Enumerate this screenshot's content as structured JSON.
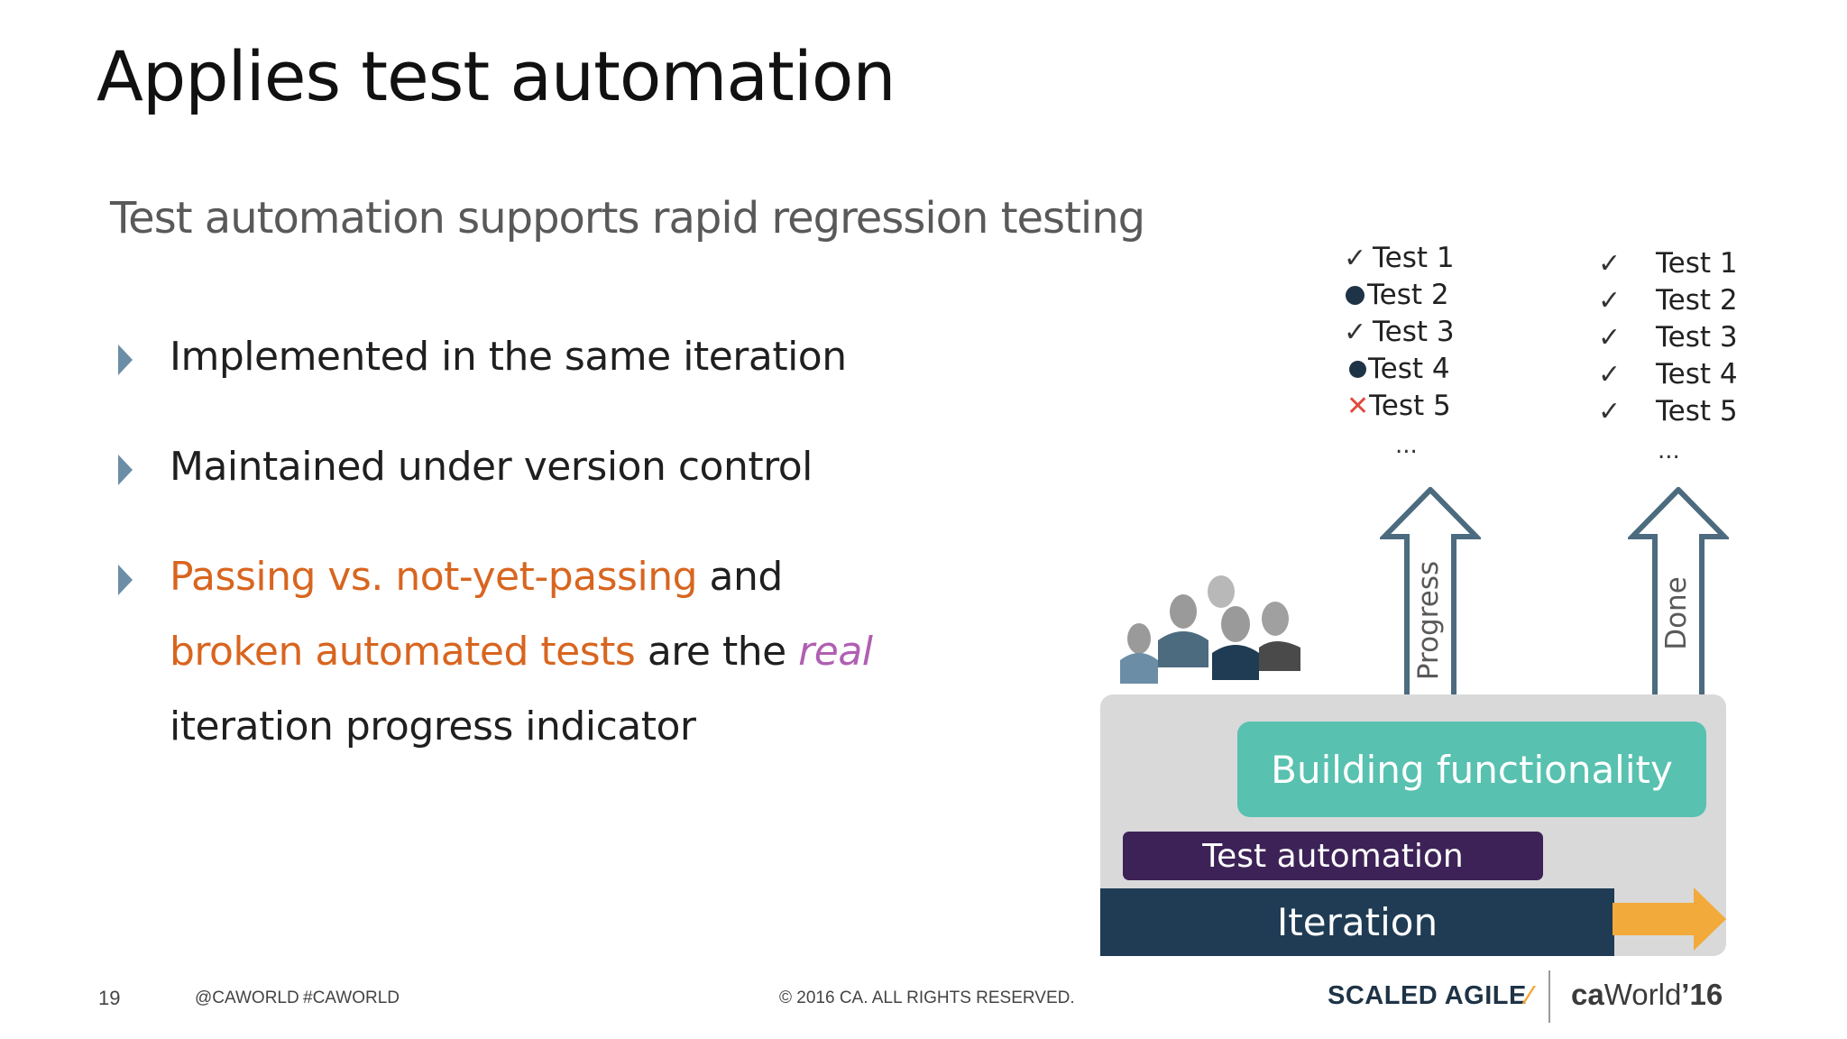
{
  "slide": {
    "title": "Applies test automation",
    "subtitle": "Test automation supports rapid regression testing",
    "bullets": [
      {
        "text": "Implemented in the same iteration"
      },
      {
        "text": "Maintained under version control"
      },
      {
        "part1": "Passing vs. not-yet-passing",
        "part2": " and",
        "part3": "broken automated tests",
        "part4": " are the ",
        "part5": "real",
        "part6": "iteration progress indicator"
      }
    ]
  },
  "diagram": {
    "progress_tests": [
      {
        "label": "Test 1",
        "status": "pass"
      },
      {
        "label": "Test 2",
        "status": "pending"
      },
      {
        "label": "Test 3",
        "status": "pass"
      },
      {
        "label": "Test 4",
        "status": "pending"
      },
      {
        "label": "Test 5",
        "status": "fail"
      }
    ],
    "done_tests": [
      {
        "label": "Test 1",
        "status": "pass"
      },
      {
        "label": "Test 2",
        "status": "pass"
      },
      {
        "label": "Test 3",
        "status": "pass"
      },
      {
        "label": "Test 4",
        "status": "pass"
      },
      {
        "label": "Test 5",
        "status": "pass"
      }
    ],
    "ellipsis": "...",
    "arrow_progress_label": "Progress",
    "arrow_done_label": "Done",
    "building_label": "Building functionality",
    "test_automation_label": "Test automation",
    "iteration_label": "Iteration"
  },
  "footer": {
    "page_number": "19",
    "social": "@CAWORLD",
    "hashtag": "#CAWORLD",
    "copyright": "© 2016 CA. ALL RIGHTS RESERVED.",
    "logo_scaled_agile": "SCALED AGILE",
    "logo_ca_world": "World",
    "logo_ca_year": "’16",
    "logo_ca_mark": "ca"
  },
  "colors": {
    "accent_orange": "#d8651f",
    "accent_purple": "#b05fb2",
    "bullet_arrow": "#6b8ea6",
    "teal": "#58c1b0",
    "dark_purple": "#3d2257",
    "navy": "#1f3c54",
    "arrow_yellow": "#f2aa3a",
    "arrow_outline": "#4c6b7f"
  },
  "icons": {
    "pass": "check-icon",
    "pending": "dot-icon",
    "fail": "x-icon",
    "team": "people-icon"
  }
}
